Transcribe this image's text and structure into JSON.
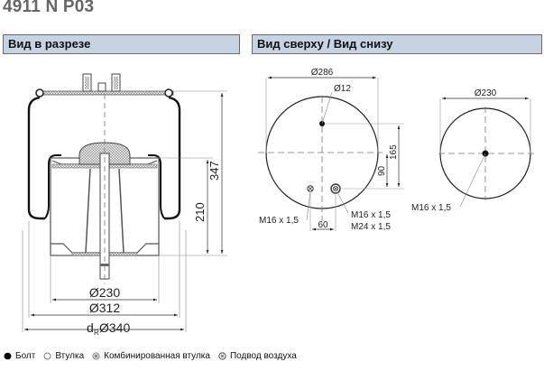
{
  "title": "4911 N P03",
  "sections": {
    "cross_section": {
      "header": "Вид в разрезе"
    },
    "top_bottom": {
      "header": "Вид сверху / Вид снизу"
    }
  },
  "cross_section_dims": {
    "height_total": "347",
    "height_piston": "210",
    "diameter_piston": "Ø230",
    "diameter_bellow": "Ø312",
    "diameter_max_prefix": "d",
    "diameter_max_sub": "R",
    "diameter_max": "Ø340"
  },
  "top_view": {
    "diameter": "Ø286",
    "hole_diameter": "Ø12",
    "offset_165": "165",
    "offset_90": "90",
    "spacing": "60",
    "left_thread": "M16 x 1,5",
    "right_thread_1": "M16 x 1,5",
    "right_thread_2": "M24 x 1,5"
  },
  "bottom_view": {
    "diameter": "Ø230",
    "thread": "M16 x 1,5"
  },
  "legend": [
    {
      "icon": "bolt-icon",
      "label": "Болт"
    },
    {
      "icon": "bushing-icon",
      "label": "Втулка"
    },
    {
      "icon": "combined-bushing-icon",
      "label": "Комбинированная втулка"
    },
    {
      "icon": "air-inlet-icon",
      "label": "Подвод воздуха"
    }
  ]
}
